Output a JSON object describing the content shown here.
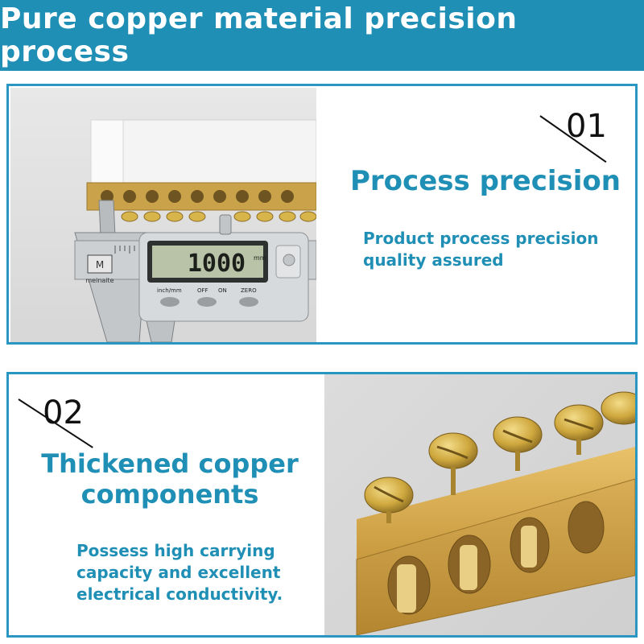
{
  "banner": {
    "title": "Pure copper material precision process"
  },
  "section1": {
    "number": "01",
    "heading": "Process precision",
    "body": "Product process precision quality assured",
    "photo": {
      "caliper_reading": "1000",
      "caliper_unit": "mm",
      "caliper_buttons": [
        "inch/mm",
        "OFF",
        "ON",
        "ZERO"
      ],
      "caliper_brand": "meinaite"
    }
  },
  "section2": {
    "number": "02",
    "heading": "Thickened copper components",
    "body": "Possess high carrying capacity and excellent electrical conductivity."
  },
  "colors": {
    "accent": "#1f8fb5",
    "brass": "#c9a24a",
    "screw": "#d8b54a"
  }
}
